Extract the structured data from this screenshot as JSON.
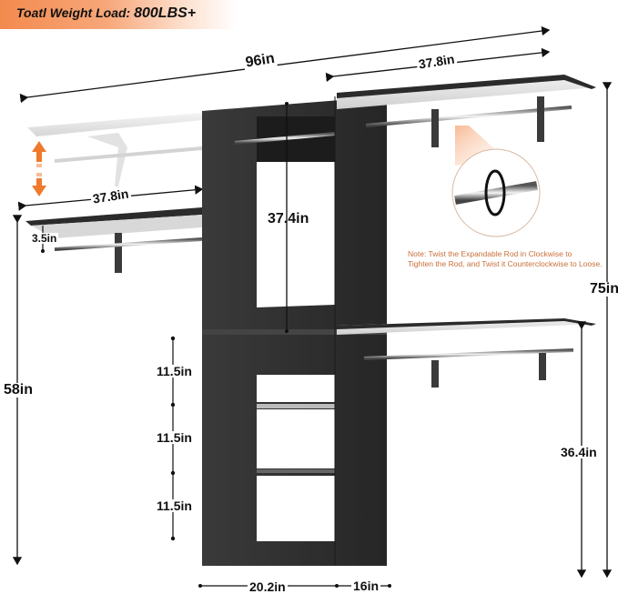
{
  "banner": {
    "label": "Toatl Weight Load:",
    "value": "800LBS+",
    "gradient_color": "#f38a4e"
  },
  "dimensions": {
    "total_width": "96in",
    "top_right_shelf_width": "37.8in",
    "left_shelf_width": "37.8in",
    "shelf_to_rod_gap": "3.5in",
    "tower_open_section_height": "37.4in",
    "cubby_1_height": "11.5in",
    "cubby_2_height": "11.5in",
    "cubby_3_height": "11.5in",
    "left_shelf_height": "58in",
    "total_height": "75in",
    "lower_right_shelf_height": "36.4in",
    "tower_width": "20.2in",
    "tower_depth": "16in"
  },
  "note": {
    "line1": "Note: Twist the Expandable Rod in Clockwise to",
    "line2": "Tighten the Rod, and Twist it Counterclockwise to Loose.",
    "color": "#c8703a"
  },
  "icons": {
    "adjust_arrows": "orange up/down arrows",
    "rod_rotation": "circular clockwise rotation arrows",
    "accent_color": "#f07a2c"
  },
  "colors": {
    "tower": "#2a2a2a",
    "shelf_light": "#e8e8e8",
    "dimension_lines": "#111111"
  }
}
